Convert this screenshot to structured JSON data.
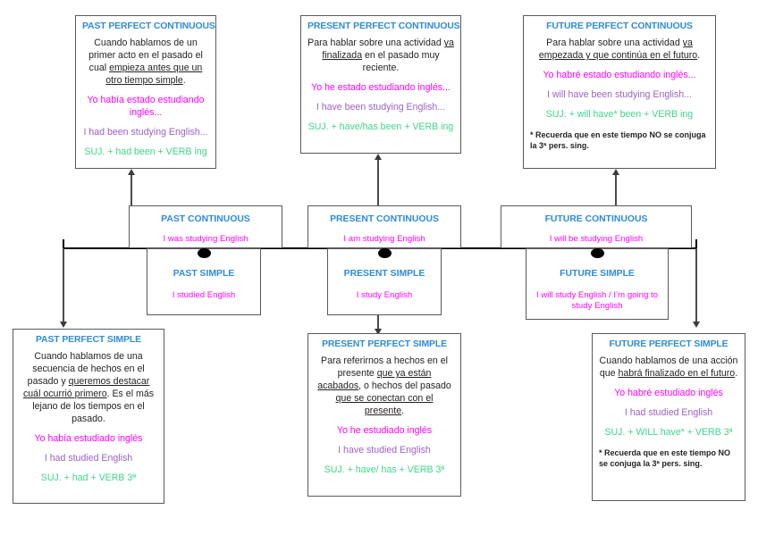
{
  "diagram": {
    "title": "English Verb Tenses Timeline",
    "colors": {
      "title_blue": "#2E8BD8",
      "spanish_magenta": "#FF00FF",
      "english_purple": "#9A62C4",
      "formula_green": "#3FD48A",
      "body_black": "#231F20",
      "border_gray": "#59595C",
      "timeline_black": "#000000"
    }
  },
  "perfect_continuous": [
    {
      "title": "PAST PERFECT CONTINUOUS",
      "desc_pre": "Cuando hablamos de un primer acto en el pasado el cual ",
      "desc_underline": "empieza antes que un otro tiempo simple",
      "desc_post": ".",
      "spanish": "Yo había estado estudiando inglés...",
      "english": "I had been studying English...",
      "formula": "SUJ. + had been + VERB ing",
      "note": ""
    },
    {
      "title": "PRESENT PERFECT CONTINUOUS",
      "desc_pre": "Para hablar sobre una actividad ",
      "desc_underline": "ya finalizada",
      "desc_post": " en el pasado muy reciente.",
      "spanish": "Yo he estado estudiando inglés...",
      "english": "I have been studying English...",
      "formula": "SUJ. + have/has been + VERB ing",
      "note": ""
    },
    {
      "title": "FUTURE PERFECT CONTINUOUS",
      "desc_pre": "Para hablar sobre una actividad ",
      "desc_underline": "ya empezada y que continúa en el futuro",
      "desc_post": ".",
      "spanish": "Yo habré estado estudiando inglés...",
      "english": "I will have been studying English...",
      "formula": "SUJ. + will have* been + VERB ing",
      "note": "* Recuerda que en este tiempo NO se conjuga la 3ª pers. sing."
    }
  ],
  "continuous": [
    {
      "title": "PAST CONTINUOUS",
      "example": "I was studying English"
    },
    {
      "title": "PRESENT CONTINUOUS",
      "example": "I am studying English"
    },
    {
      "title": "FUTURE CONTINUOUS",
      "example": "I will be studying English"
    }
  ],
  "simple": [
    {
      "title": "PAST SIMPLE",
      "example": "I studied English"
    },
    {
      "title": "PRESENT SIMPLE",
      "example": "I study English"
    },
    {
      "title": "FUTURE SIMPLE",
      "example": "I will study English / I’m going to study English"
    }
  ],
  "perfect_simple": [
    {
      "title": "PAST PERFECT SIMPLE",
      "desc_pre": "Cuando hablamos de una secuencia de hechos en el pasado y ",
      "desc_underline": "queremos destacar cuál ocurrió primero",
      "desc_post": ". Es el más lejano de los tiempos en el pasado.",
      "spanish": "Yo había estudiado inglés",
      "english": "I had studied English",
      "formula": "SUJ. + had + VERB 3ª",
      "note": ""
    },
    {
      "title": "PRESENT PERFECT SIMPLE",
      "desc_pre": "Para referirnos a hechos en el presente ",
      "desc_underline": "que ya están acabados",
      "desc_mid": ", o hechos del pasado ",
      "desc_underline2": "que se conectan con el presente",
      "desc_post": ".",
      "spanish": "Yo he estudiado inglés",
      "english": "I have studied English",
      "formula": "SUJ. + have/ has + VERB 3ª",
      "note": ""
    },
    {
      "title": "FUTURE PERFECT SIMPLE",
      "desc_pre": "Cuando hablamos de una acción que ",
      "desc_underline": "habrá finalizado en el futuro",
      "desc_post": ".",
      "spanish": "Yo habré estudiado inglés",
      "english": "I had studied English",
      "formula": "SUJ. + WILL have* + VERB 3ª",
      "note": "* Recuerda que en este tiempo NO se conjuga la 3ª pers. sing."
    }
  ]
}
